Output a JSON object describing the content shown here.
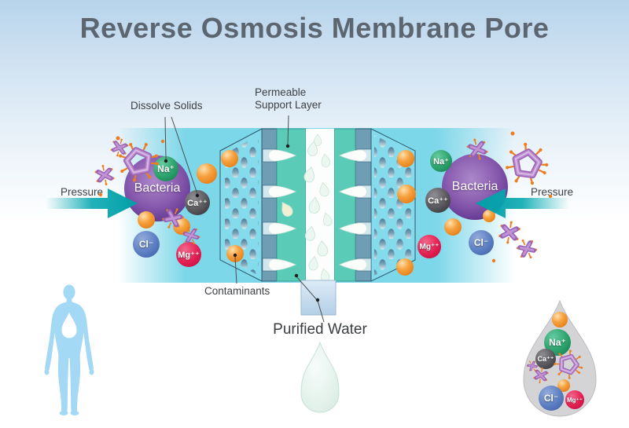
{
  "title": "Reverse Osmosis Membrane Pore",
  "labels": {
    "dissolve_solids": "Dissolve Solids",
    "permeable_line1": "Permeable",
    "permeable_line2": "Support Layer",
    "pressure": "Pressure",
    "contaminants": "Contaminants",
    "purified_water": "Purified Water"
  },
  "bacteria_label": "Bacteria",
  "ions": {
    "sodium": "Na⁺",
    "calcium": "Ca⁺⁺",
    "chloride": "Cl⁻",
    "magnesium": "Mg⁺⁺"
  },
  "colors": {
    "title_gray": "#5C6671",
    "feed_band_cyan": "#7CD7E9",
    "membrane_wall_blue": "#6F9DB4",
    "support_layer_teal": "#5ACBB7",
    "bacteria_purple": "#6E4397",
    "sodium_green": "#2AA16B",
    "calcium_gray": "#4E4E50",
    "chloride_blue": "#5B7EC2",
    "magnesium_red": "#E51E52",
    "contaminant_orange": "#F08A1E",
    "virus_purple": "#B17FC5",
    "pressure_arrow_teal": "#00A9B2",
    "purified_drop_green": "#E3F2EC",
    "waste_drop_gray": "#D4D4D6",
    "human_blue": "#A3D9F4"
  }
}
